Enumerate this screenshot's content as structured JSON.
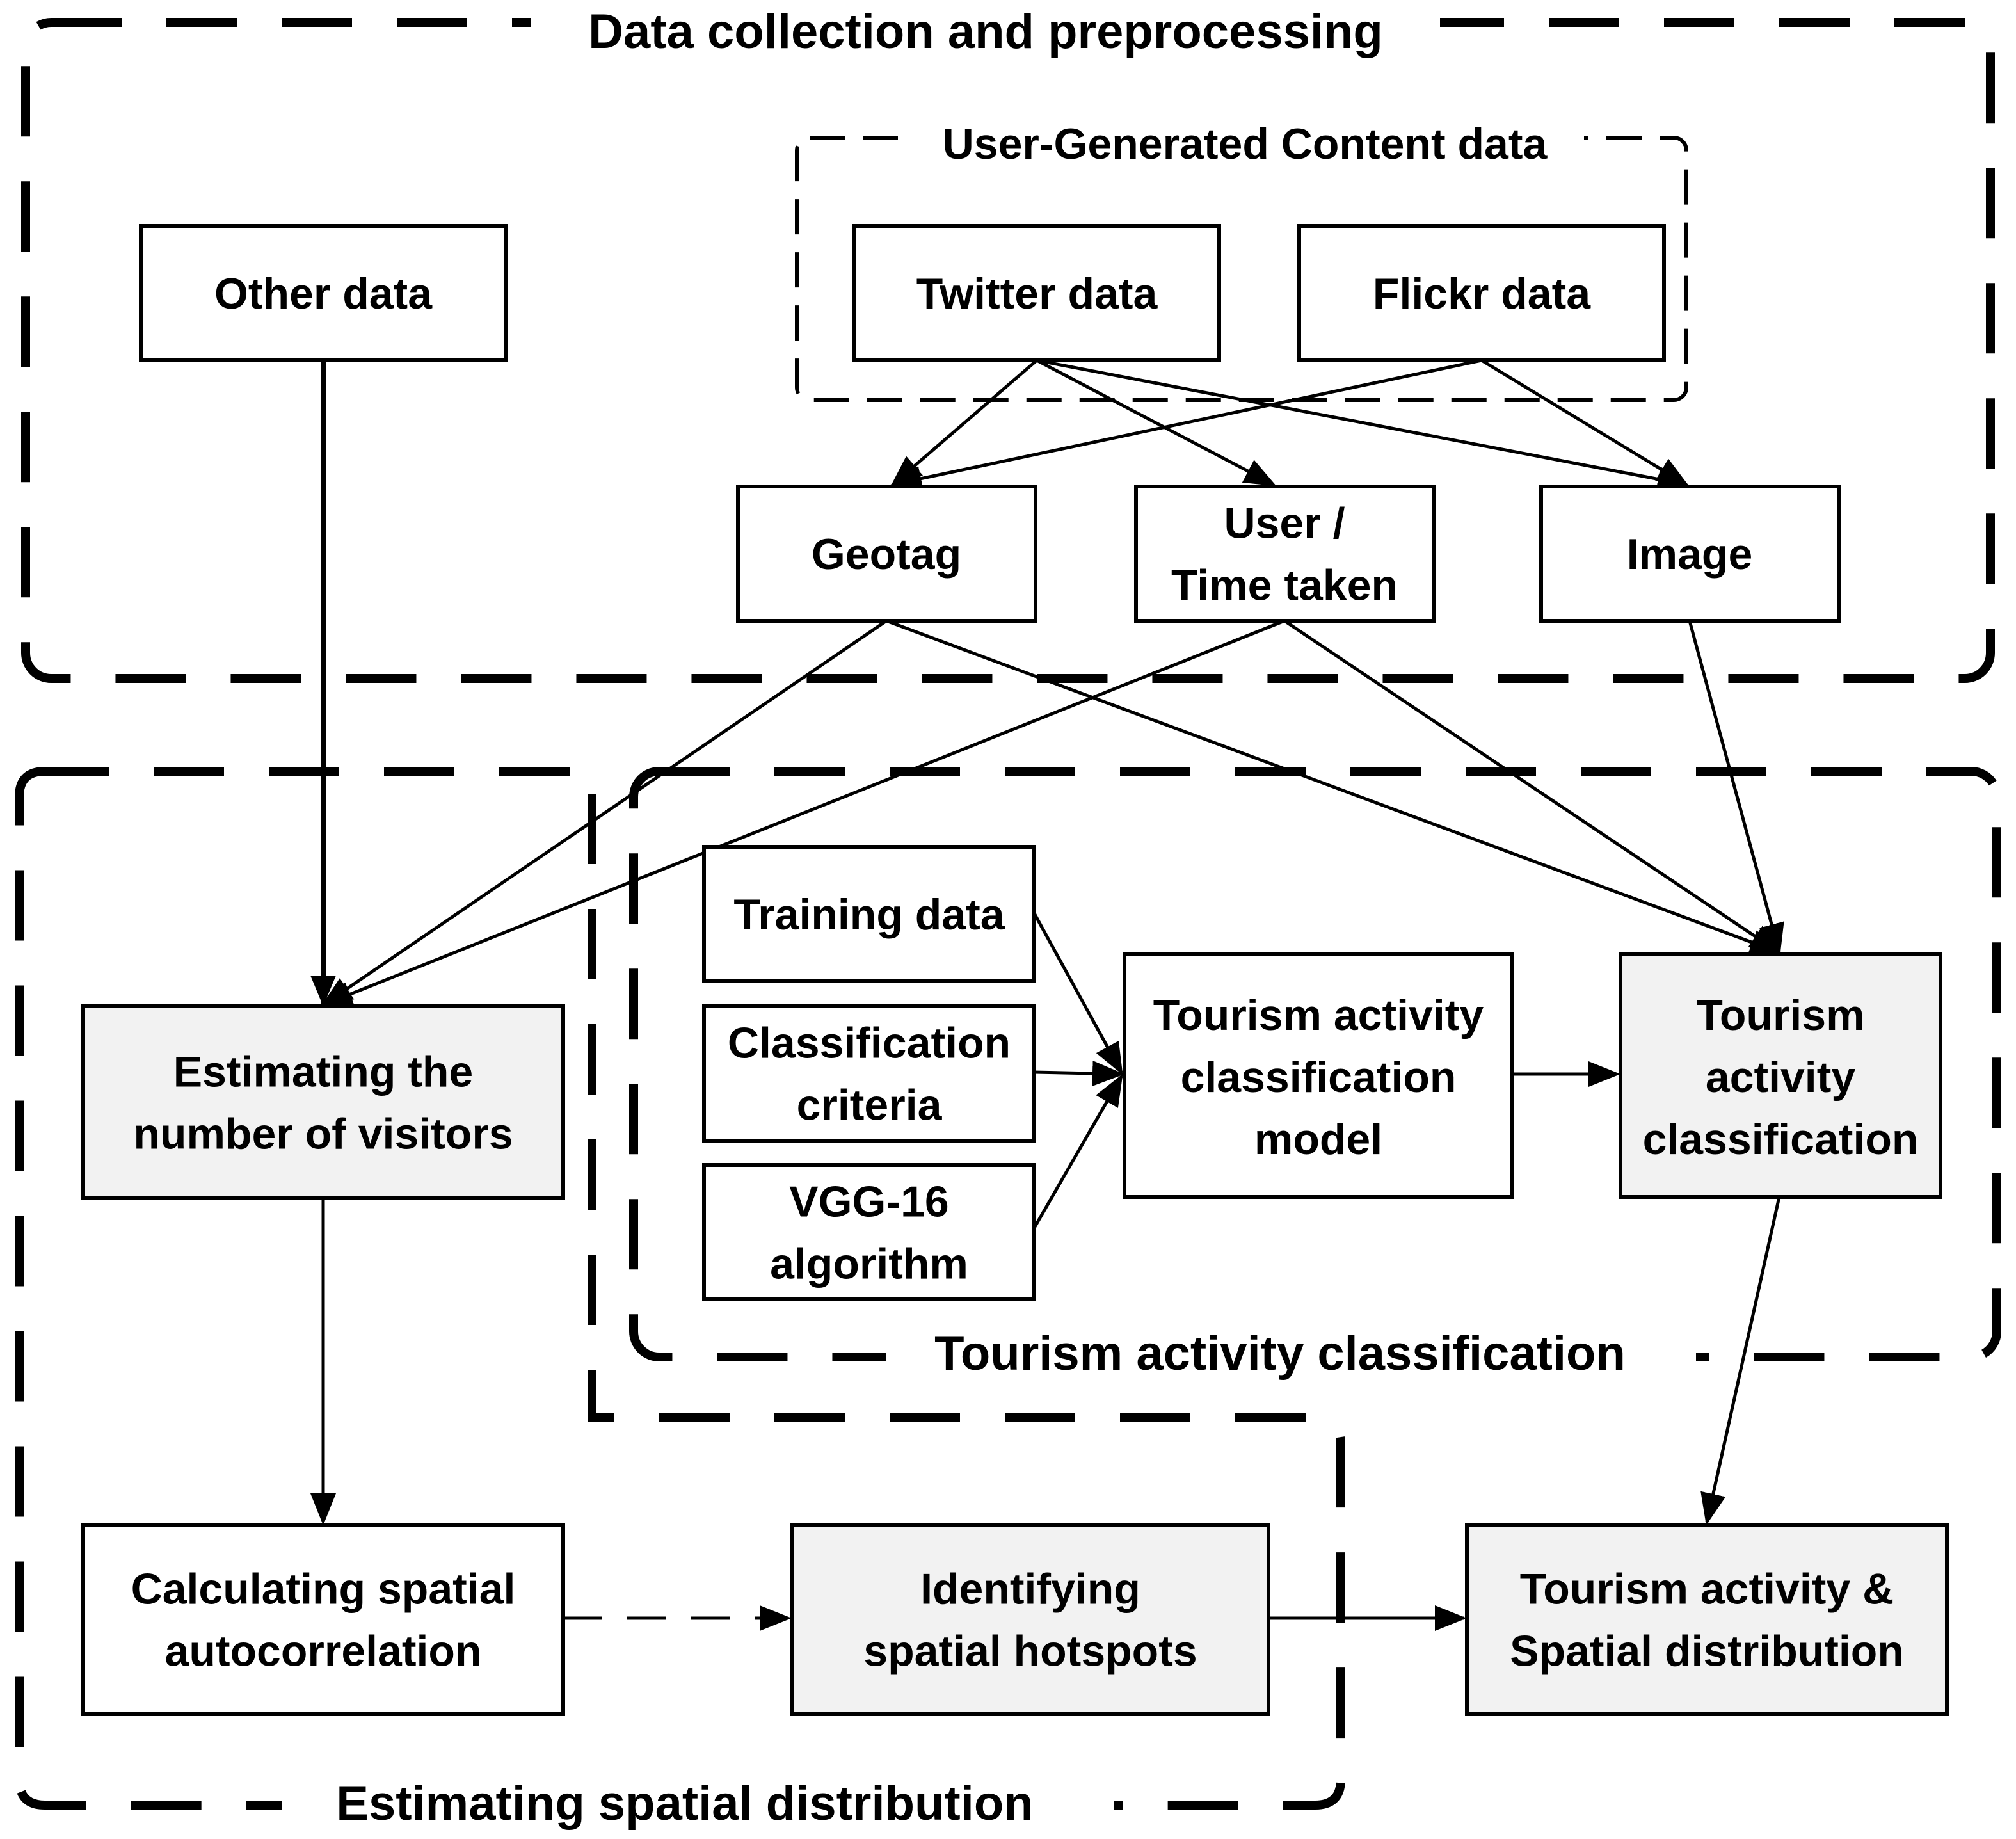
{
  "groups": {
    "data_collection": "Data collection and preprocessing",
    "ugc": "User-Generated Content data",
    "tourism_classification": "Tourism activity classification",
    "spatial_distribution": "Estimating spatial distribution"
  },
  "boxes": {
    "other_data": [
      "Other data"
    ],
    "twitter_data": [
      "Twitter data"
    ],
    "flickr_data": [
      "Flickr data"
    ],
    "geotag": [
      "Geotag"
    ],
    "user_time": [
      "User /",
      "Time taken"
    ],
    "image": [
      "Image"
    ],
    "training_data": [
      "Training data"
    ],
    "classification_criteria": [
      "Classification",
      "criteria"
    ],
    "vgg16": [
      "VGG-16",
      "algorithm"
    ],
    "classification_model": [
      "Tourism activity",
      "classification",
      "model"
    ],
    "activity_classification": [
      "Tourism",
      "activity",
      "classification"
    ],
    "estimating_visitors": [
      "Estimating the",
      "number of visitors"
    ],
    "spatial_autocorrelation": [
      "Calculating spatial",
      "autocorrelation"
    ],
    "spatial_hotspots": [
      "Identifying",
      "spatial hotspots"
    ],
    "activity_distribution": [
      "Tourism activity &",
      "Spatial distribution"
    ]
  }
}
